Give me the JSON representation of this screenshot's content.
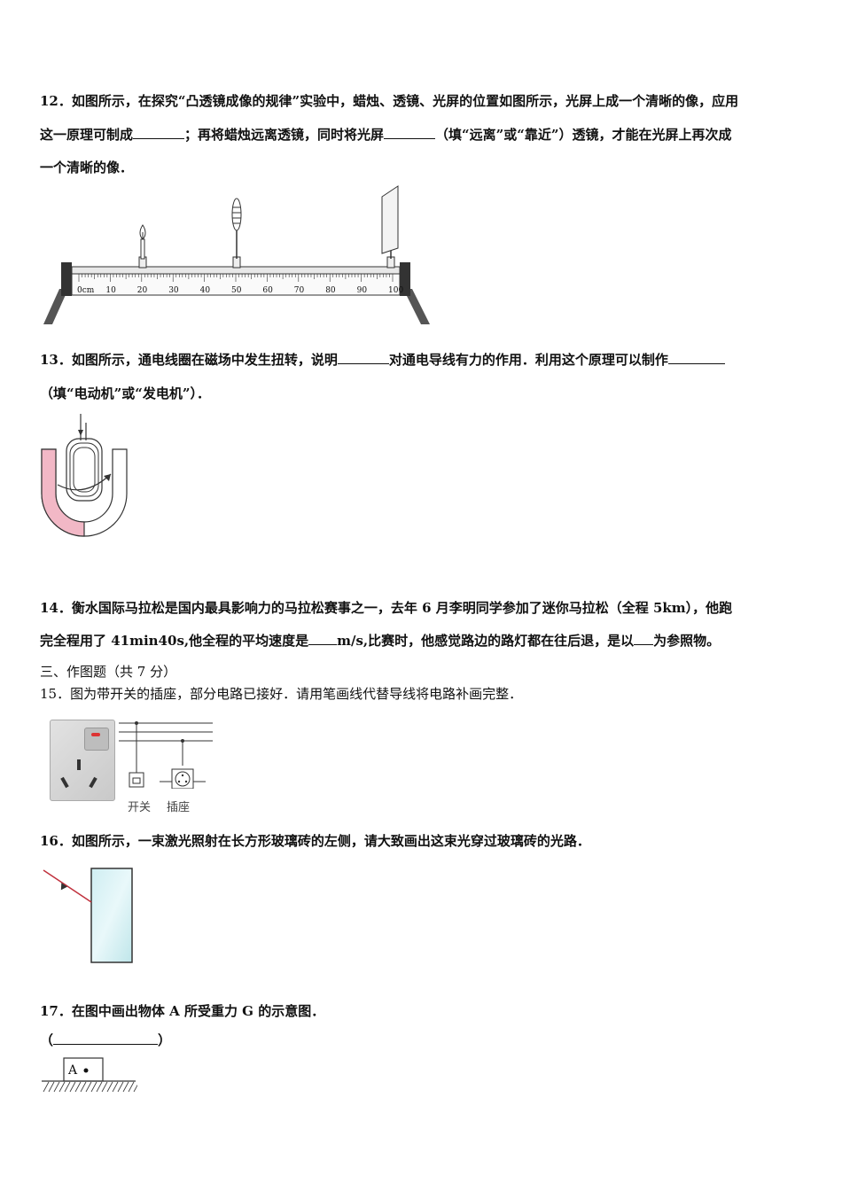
{
  "q12": {
    "line1": "12．如图所示，在探究“凸透镜成像的规律”实验中，蜡烛、透镜、光屏的位置如图所示，光屏上成一个清晰的像，应用",
    "line2a": "这一原理可制成",
    "line2b": "；再将蜡烛远离透镜，同时将光屏",
    "line2c": "（填“远离”或“靠近”）透镜，才能在光屏上再次成",
    "line3": "一个清晰的像．",
    "ruler_labels": [
      "0cm",
      "10",
      "20",
      "30",
      "40",
      "50",
      "60",
      "70",
      "80",
      "90",
      "100"
    ]
  },
  "q13": {
    "line1a": "13．如图所示，通电线圈在磁场中发生扭转，说明",
    "line1b": "对通电导线有力的作用．利用这个原理可以制作",
    "line2": "（填“电动机”或“发电机”）．"
  },
  "q14": {
    "line1": "14．衡水国际马拉松是国内最具影响力的马拉松赛事之一，去年 6 月李明同学参加了迷你马拉松（全程 5km），他跑",
    "line2a": "完全程用了 41min40s,他全程的平均速度是",
    "line2b": "m/s,比赛时，他感觉路边的路灯都在往后退，是以",
    "line2c": "为参照物。"
  },
  "section3": {
    "title": "三、作图题（共 7 分）"
  },
  "q15": {
    "text": "15．图为带开关的插座，部分电路已接好．请用笔画线代替导线将电路补画完整．",
    "switch_label": "开关",
    "socket_label": "插座"
  },
  "q16": {
    "text": "16．如图所示，一束激光照射在长方形玻璃砖的左侧，请大致画出这束光穿过玻璃砖的光路．"
  },
  "q17": {
    "text": "17．在图中画出物体 A 所受重力 G 的示意图．",
    "answer_open": "（",
    "answer_close": "）",
    "block_label": "A"
  }
}
